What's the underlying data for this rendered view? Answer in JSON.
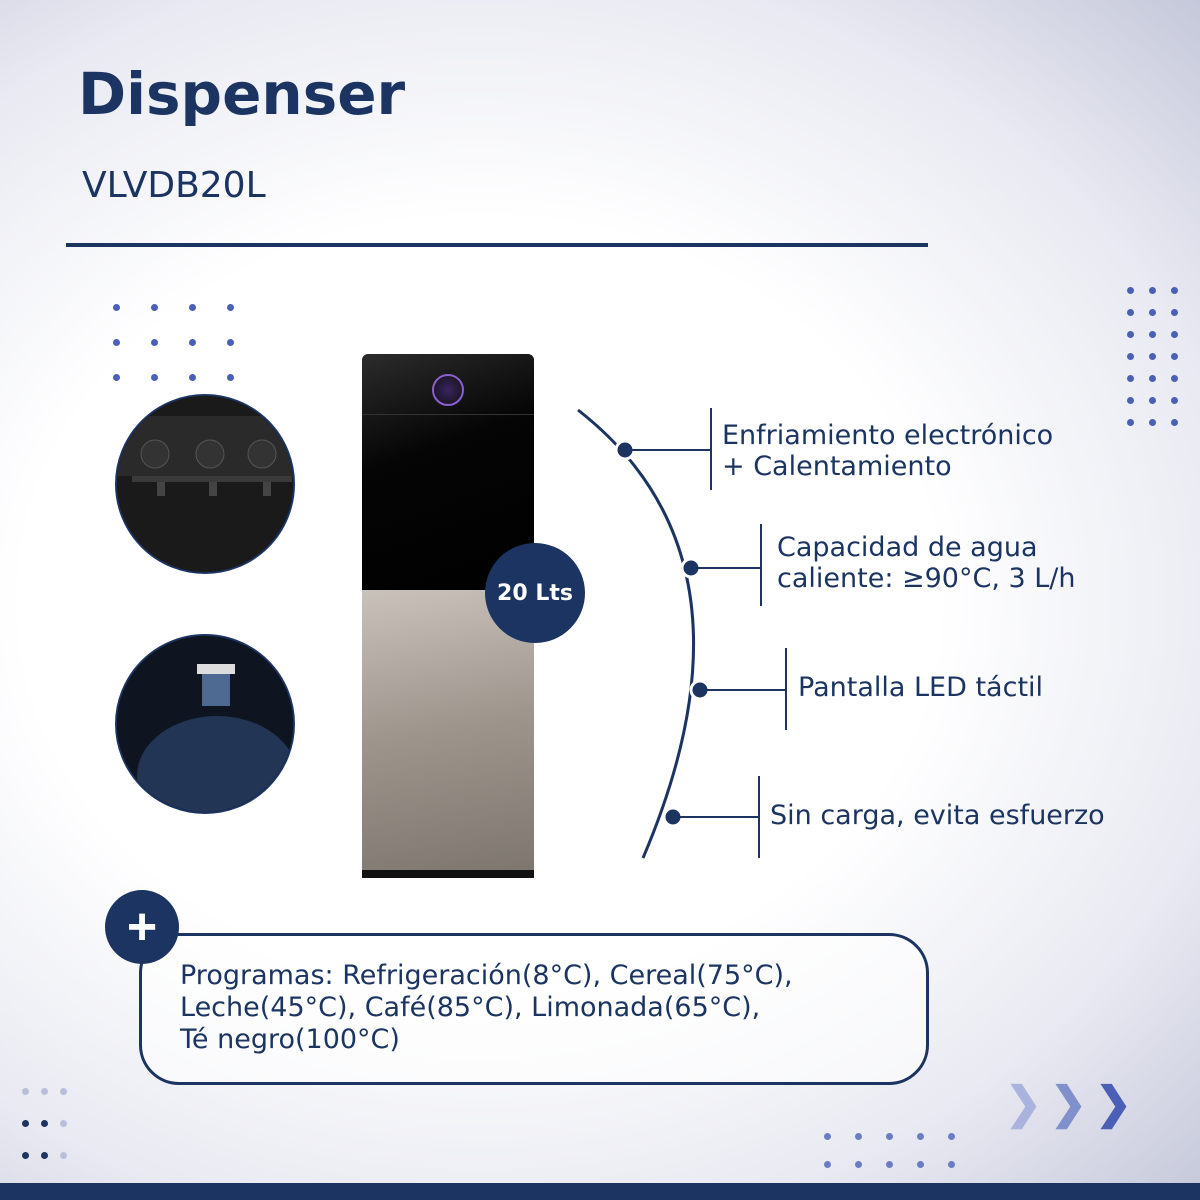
{
  "title": "Dispenser",
  "model": "VLVDB20L",
  "capacity_badge": "20 Lts",
  "features": [
    {
      "line1": "Enfriamiento electrónico",
      "line2": "+ Calentamiento"
    },
    {
      "line1": "Capacidad de agua",
      "line2": "caliente: ≥90°C, 3 L/h"
    },
    {
      "line1": "Pantalla LED táctil",
      "line2": ""
    },
    {
      "line1": "Sin carga, evita esfuerzo",
      "line2": ""
    }
  ],
  "programs": {
    "plus_icon": "+",
    "line1": "Programas:  Refrigeración(8°C), Cereal(75°C),",
    "line2": "Leche(45°C), Café(85°C), Limonada(65°C),",
    "line3": "Té negro(100°C)"
  },
  "colors": {
    "navy": "#1b3461",
    "accent": "#4a5fb5"
  },
  "chevrons": ">>>"
}
